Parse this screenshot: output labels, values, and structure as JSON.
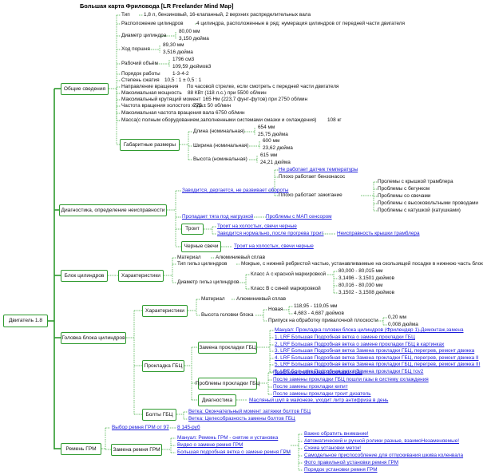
{
  "title": "Большая карта Фриловода [LR Freelander Mind Map]",
  "root": "Двигатель 1.8",
  "nodes": {
    "general": "Общие сведения",
    "dims": "Габаритные размеры",
    "diag": "Диагностика, определение неисправности",
    "troit": "Троит",
    "black": "Черные свечи",
    "block": "Блок цилиндров",
    "block_char": "Характеристики",
    "head": "Головка блока цилиндров",
    "head_char": "Характеристики",
    "gasket_set": "Прокладка ГБЦ",
    "gasket_rep": "Замена прокладки ГБЦ",
    "gasket_prob": "Проблемы прокладки ГБЦ",
    "diagn": "Диагностика",
    "bolts": "Болты ГБЦ",
    "timing": "Ремень ГРМ",
    "timing_rep": "Замена ремня ГРМ"
  },
  "general": [
    "Тип",
    "1,8 л, бензиновый, 16-клапанный, 2 верхних распределительных вала",
    "Расположение цилиндров",
    "4 цилиндра, расположенные в ряд; нумерация цилиндров от передней части двигателя",
    "Диаметр цилиндра",
    "80,00 мм",
    "3,150 дюйма",
    "Ход поршня",
    "89,30 мм",
    "3,516 дюйма",
    "Рабочий объём",
    "1796 см3",
    "109,59 дюймов3",
    "Порядок работы",
    "1-3-4-2",
    "Степень сжатия",
    "10,5 : 1 ± 0,5 : 1",
    "Направление вращения",
    "По часовой стрелке, если смотреть с передней части двигателя",
    "Максимальная мощность",
    "88 КВт (118 л.с.) при 5500 об/мин",
    "Максимальный крутящий момент",
    "165 Нм (223,7 фунт-футов) при 2750 об/мин",
    "Частота вращения холостого хода",
    "775 ± 50 об/мин",
    "Максимальная частота вращения вала",
    "6750 об/мин",
    "Масса(с полным оборудованием,заполненными системами смазки и охлаждения)",
    "108 кг"
  ],
  "dims": [
    "Длина (номинальная)",
    "654 мм",
    "25,75 дюйма",
    "Ширина (номинальная)",
    "600 мм",
    "23,62 дюйма",
    "Высота (номинальная)",
    "615 мм",
    "24,21 дюйма"
  ],
  "diag": [
    "Заводится, дергается, не развивает обороты",
    "Не работает датчик температуры",
    "Плохо работает бензонасос",
    "Плохо работает зажигание",
    "Пролемы с крышкой трамблера",
    "Проблемы с бегунком",
    "Проблемы со свечами",
    "Проблемы с высоковольтными проводами",
    "Проблемы с катушкой (катушками)",
    "Пропадает тяга под нагрузкой",
    "Проблемы с МАП сенсором",
    "Троит на холостых, свечи черные",
    "Заводится нормально, после прогрева троит",
    "Неисправность крышки трамблера",
    "Троит на холостых, свечи черные"
  ],
  "block": [
    "Материал",
    "Алюминиевый сплав",
    "Тип гильз цилиндров",
    "Мокрые, с нижней ребристой частью, устанавливаемые на скользящей посадке в нижнюю часть блок",
    "Класс А с красной маркировкой",
    "80,000 - 80,015 мм",
    "3,1496 - 3,1501 дюймов",
    "Диаметр гильз цилиндров",
    "Класс В с синей маркировкой",
    "80,016 - 80,030 мм",
    "3,1502 - 3,1508 дюймов"
  ],
  "head": [
    "Материал",
    "Алюминиевый сплав",
    "Высота головки блока",
    "Новая",
    "118,95 - 119,05 мм",
    "4,683 - 4,687 дюймов",
    "Припуск на обработку привалочной плоскости",
    "0,20 мм",
    "0,008 дюйма"
  ],
  "gasket_rep": [
    "Мануал: Прокладка головки блока цилиндров (Фрилендер 1)-Демонтаж,замена",
    "1. LRF Большая Подробная ветка о замене прокладки ГБЦ",
    "2. LRF Большая Подробная ветка о замене прокладки ГБЦ в картинках",
    "3. LRF Большая Подробная ветка Замена прокладки ГБЦ, перегрев, ремонт движка",
    "4. LRF Большая Подробная ветка Замена прокладки ГБЦ, перегрев, ремонт движка II",
    "5. LRF Большая Подробная ветка Замена прокладки ГБЦ, перегрев, ремонт движка III",
    "6. LRF Большая Подробная ветка Замена прокладки ГБЦ тоv2"
  ],
  "gasket_prob": [
    "Проблема с обтяжкой прокладки ГБЦ",
    "После замены прокладки ГБЦ пошли газы в систему охлаждения",
    "После замены прокладки кипит",
    "После замены прокладки троит дизатель",
    "Масляный шуп в майонезе, уходит литр антифриза в день"
  ],
  "bolts": [
    "Ветка: Окончательный момент затяжки болтов ГБЦ",
    "Ветка: Целесобразность замены болтов ГБЦ"
  ],
  "timing": [
    "Выбор ремня ГРМ от 97",
    "8 145-руб",
    "Мануал: Ремень ГРМ - снятие и установка",
    "Видео о замене ремня ГРМ",
    "Большая подробная ветка о замене ремня ГРМ",
    "Важно обратить внимание!",
    "Автоматический и ручной ролики разные, взаимоНезаменяемые!",
    "Схема установки меток!",
    "Самодельное приспособление для отпускивания шкива коленвала",
    "Фото правильной установки ремня ГРМ",
    "Порядок установки ремня ГРМ"
  ]
}
